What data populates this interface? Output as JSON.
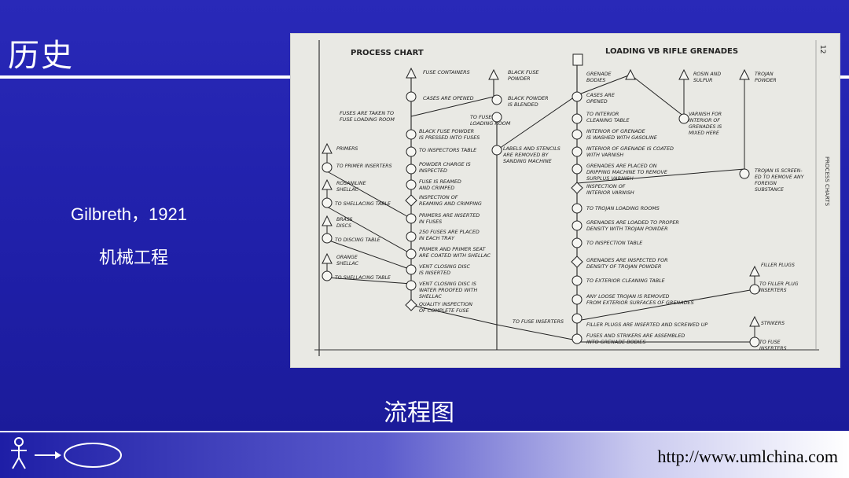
{
  "slide": {
    "title": "历史",
    "author_year": "Gilbreth，1921",
    "field": "机械工程",
    "caption": "流程图",
    "url": "http://www.umlchina.com"
  },
  "process_chart": {
    "header_left": "PROCESS   CHART",
    "header_right": "LOADING VB RIFLE GRENADES",
    "page_number": "12",
    "side_label": "PROCESS   CHARTS",
    "col1": [
      "FUSE CONTAINERS",
      "CASES ARE OPENED",
      "FUSES ARE TAKEN TO",
      "FUSE LOADING ROOM",
      "BLACK FUSE POWDER",
      "IS PRESSED INTO FUSES",
      "TO INSPECTORS TABLE",
      "POWDER CHARGE IS",
      "INSPECTED",
      "FUSE IS REAMED",
      "AND CRIMPED",
      "INSPECTION OF",
      "REAMING AND CRIMPING",
      "PRIMERS ARE INSERTED",
      "IN FUSES",
      "250 FUSES ARE PLACED",
      "IN EACH TRAY",
      "PRIMER AND PRIMER SEAT",
      "ARE COATED WITH SHELLAC",
      "VENT CLOSING DISC",
      "IS INSERTED",
      "VENT CLOSING DISC IS",
      "WATER PROOFED WITH",
      "SHELLAC",
      "QUALITY INSPECTION",
      "OF COMPLETE FUSE"
    ],
    "col2": [
      "BLACK FUSE",
      "POWDER",
      "BLACK POWDER",
      "IS BLENDED",
      "TO FUSE",
      "LOADING ROOM",
      "LABELS AND STENCILS",
      "ARE REMOVED BY",
      "SANDING MACHINE",
      "TO FUSE INSERTERS"
    ],
    "left_inputs": [
      "PRIMERS",
      "TO PRIMER INSERTERS",
      "ROSANILINE",
      "SHELLAC",
      "TO SHELLACING TABLE",
      "BRASS",
      "DISCS",
      "TO DISCING TABLE",
      "ORANGE",
      "SHELLAC",
      "TO SHELLACING TABLE"
    ],
    "col3": [
      "GRENADE",
      "BODIES",
      "CASES ARE",
      "OPENED",
      "TO INTERIOR",
      "CLEANING TABLE",
      "INTERIOR OF GRENADE",
      "IS WASHED WITH GASOLINE",
      "INTERIOR OF GRENADE IS COATED",
      "WITH VARNISH",
      "GRENADES ARE PLACED ON",
      "DRIPPING MACHINE TO REMOVE",
      "SURPLUS VARNISH",
      "INSPECTION OF",
      "INTERIOR VARNISH",
      "TO TROJAN LOADING ROOMS",
      "GRENADES ARE LOADED TO PROPER",
      "DENSITY WITH TROJAN POWDER",
      "TO INSPECTION TABLE",
      "GRENADES ARE INSPECTED FOR",
      "DENSITY OF TROJAN POWDER",
      "TO EXTERIOR CLEANING TABLE",
      "ANY LOOSE TROJAN IS REMOVED",
      "FROM EXTERIOR SURFACES OF GRENADES",
      "FILLER PLUGS ARE INSERTED AND SCREWED UP",
      "FUSES AND STRIKERS ARE ASSEMBLED",
      "INTO GRENADE BODIES"
    ],
    "col4": [
      "ROSIN AND",
      "SULPUR",
      "VARNISH FOR",
      "INTERIOR OF",
      "GRENADES IS",
      "MIXED HERE"
    ],
    "col5": [
      "TROJAN",
      "POWDER",
      "TROJAN IS SCREEN-",
      "ED TO REMOVE ANY",
      "FOREIGN",
      "SUBSTANCE",
      "FILLER PLUGS",
      "TO FILLER PLUG",
      "INSERTERS",
      "STRIKERS",
      "TO FUSE",
      "INSERTERS"
    ],
    "symbols": {
      "c1": [
        "P1",
        "P2",
        "P3",
        "P4",
        "P5",
        "P6",
        "P7",
        "P8",
        "P9",
        "P10",
        "P11"
      ],
      "c2": [
        "P1",
        "P1"
      ],
      "c3": [
        "G1",
        "G1",
        "G2",
        "G3",
        "G4",
        "G5",
        "G6",
        "G7",
        "G8",
        "G9",
        "G10"
      ],
      "c4": [
        "V1"
      ],
      "c5": [
        "T1"
      ]
    }
  }
}
